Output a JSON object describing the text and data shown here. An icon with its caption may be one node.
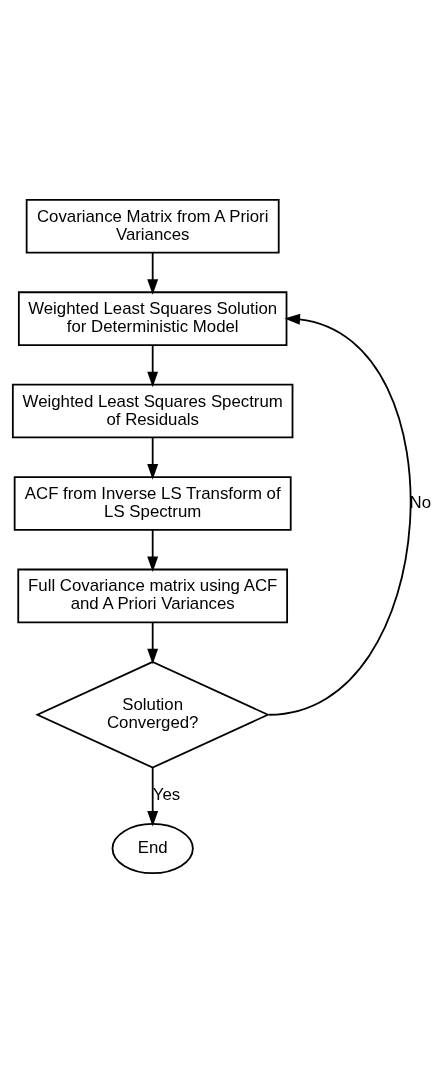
{
  "diagram": {
    "nodes": [
      {
        "text": [
          "Covariance Matrix from A Priori Variances"
        ]
      },
      {
        "text": [
          "Weighted Least Squares Solution for Deterministic Model"
        ]
      },
      {
        "text": [
          "Weighted Least Squares Spectrum of Residuals"
        ]
      },
      {
        "text": [
          "ACF from Inverse LS Transform of LS Spectrum"
        ]
      },
      {
        "text": [
          "Full Covariance matrix using ACF and A Priori Variances"
        ]
      },
      {
        "text": [
          "Solution Converged?"
        ]
      },
      {
        "text": [
          "End"
        ]
      }
    ],
    "edges": [
      {
        "from": 0,
        "to": 1,
        "arrow": "to"
      },
      {
        "from": 1,
        "to": 2,
        "arrow": "to"
      },
      {
        "from": 2,
        "to": 3,
        "arrow": "to"
      },
      {
        "from": 3,
        "to": 4,
        "arrow": "to"
      },
      {
        "from": 4,
        "to": 5,
        "arrow": "to"
      },
      {
        "from": 5,
        "to": 1,
        "arrow": "to",
        "label": "No"
      },
      {
        "from": 5,
        "to": 6,
        "arrow": "to",
        "label": "Yes"
      }
    ]
  }
}
